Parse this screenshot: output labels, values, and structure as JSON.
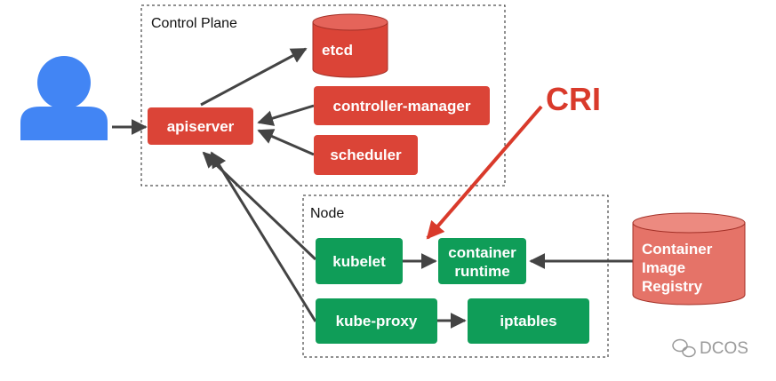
{
  "regions": {
    "control_plane": "Control Plane",
    "node": "Node"
  },
  "components": {
    "etcd": "etcd",
    "apiserver": "apiserver",
    "controller_manager": "controller-manager",
    "scheduler": "scheduler",
    "kubelet": "kubelet",
    "container_runtime": [
      "container",
      "runtime"
    ],
    "kube_proxy": "kube-proxy",
    "iptables": "iptables",
    "registry": [
      "Container",
      "Image",
      "Registry"
    ]
  },
  "annotation": {
    "cri": "CRI"
  },
  "watermark": {
    "text": "DCOS"
  },
  "colors": {
    "control_plane_red": "#db4437",
    "node_green": "#0f9d58",
    "registry_red": "#e57368",
    "user_blue": "#4285f4",
    "cri_red": "#d93a2b",
    "arrow": "#444444"
  },
  "icons": {
    "user": "user-icon",
    "watermark": "wechat-icon"
  }
}
